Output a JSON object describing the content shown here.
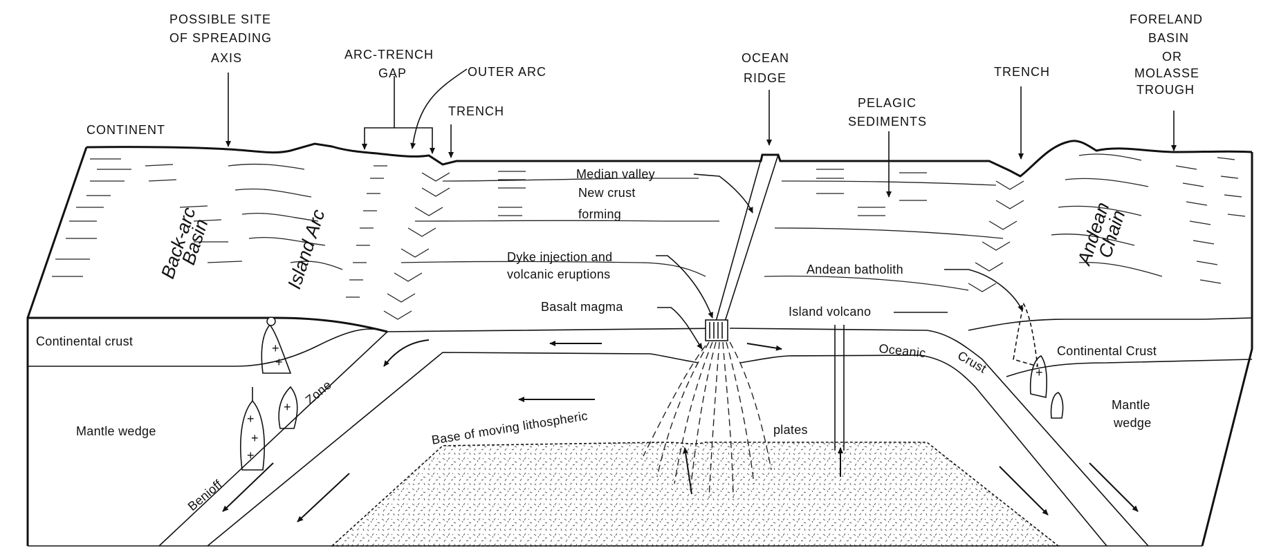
{
  "labels": {
    "possible_site_1": "POSSIBLE SITE",
    "possible_site_2": "OF SPREADING",
    "possible_site_3": "AXIS",
    "continent": "CONTINENT",
    "arc_trench_1": "ARC-TRENCH",
    "arc_trench_2": "GAP",
    "outer_arc": "OUTER ARC",
    "trench_left": "TRENCH",
    "ocean_ridge_1": "OCEAN",
    "ocean_ridge_2": "RIDGE",
    "pelagic_1": "PELAGIC",
    "pelagic_2": "SEDIMENTS",
    "trench_right": "TRENCH",
    "foreland_1": "FORELAND",
    "foreland_2": "BASIN",
    "foreland_3": "OR",
    "foreland_4": "MOLASSE",
    "foreland_5": "TROUGH",
    "median_valley": "Median valley",
    "new_crust_1": "New crust",
    "new_crust_2": "forming",
    "dyke_1": "Dyke injection and",
    "dyke_2": "volcanic eruptions",
    "basalt_magma": "Basalt magma",
    "andean_batholith": "Andean batholith",
    "island_volcano": "Island volcano",
    "back_arc_1": "Back-arc",
    "back_arc_2": "Basin",
    "island_arc": "Island Arc",
    "andean_1": "Andean",
    "andean_2": "Chain",
    "continental_crust_left": "Continental crust",
    "continental_crust_right": "Continental Crust",
    "oceanic": "Oceanic",
    "crust": "Crust",
    "mantle_wedge_left": "Mantle wedge",
    "mantle_wedge_right_1": "Mantle",
    "mantle_wedge_right_2": "wedge",
    "zone": "Zone",
    "benioff": "Benioff",
    "base_moving": "Base of moving lithospheric",
    "plates": "plates"
  }
}
